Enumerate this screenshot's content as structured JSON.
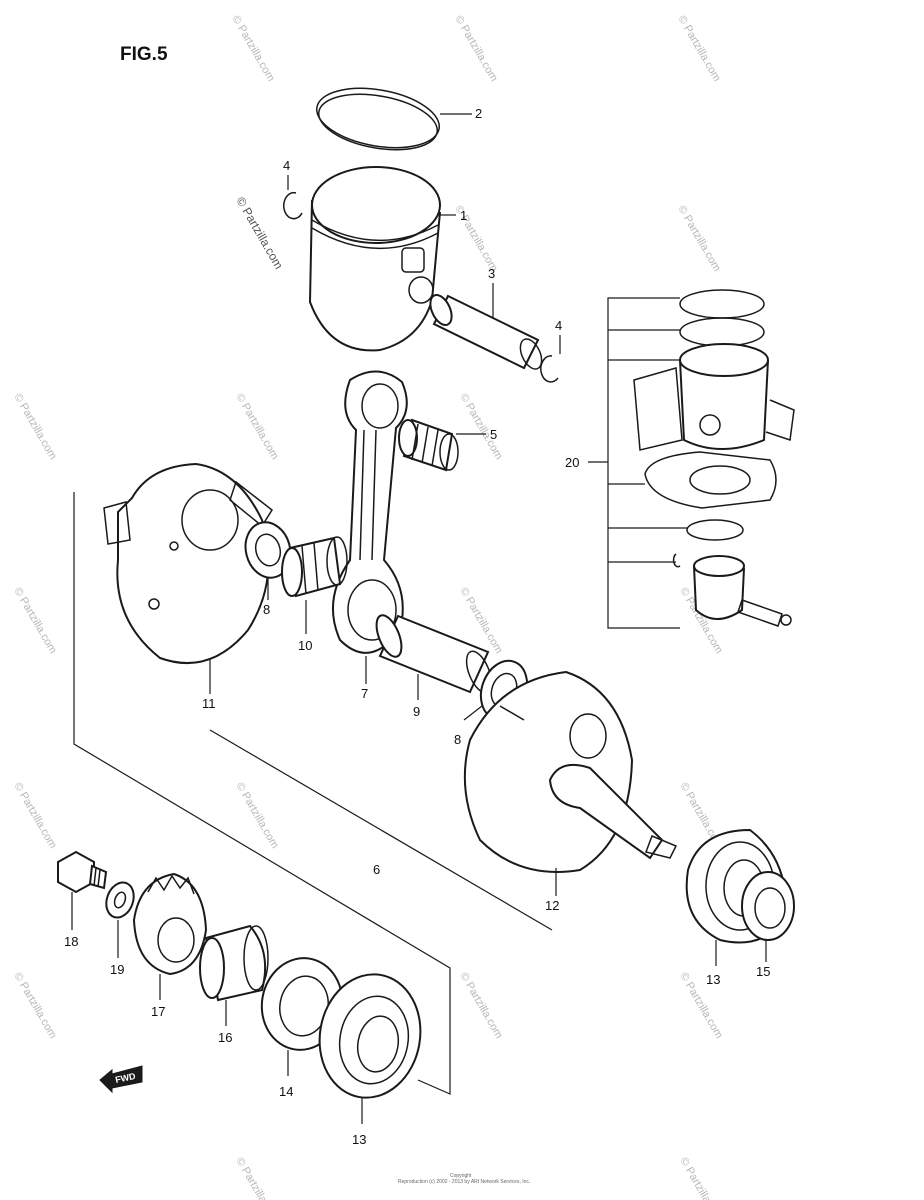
{
  "title": "FIG.5",
  "watermark": "© Partzilla.com",
  "fwd_label": "FWD",
  "footer_line1": "Copyright",
  "footer_line2": "Reproduction (c) 2002 - 2013 by ARI Network Services, Inc.",
  "callouts": {
    "c1": "1",
    "c2": "2",
    "c3": "3",
    "c4a": "4",
    "c4b": "4",
    "c5": "5",
    "c6": "6",
    "c7": "7",
    "c8a": "8",
    "c8b": "8",
    "c9": "9",
    "c10": "10",
    "c11": "11",
    "c12": "12",
    "c13a": "13",
    "c13b": "13",
    "c14": "14",
    "c15": "15",
    "c16": "16",
    "c17": "17",
    "c18": "18",
    "c19": "19",
    "c20": "20"
  }
}
